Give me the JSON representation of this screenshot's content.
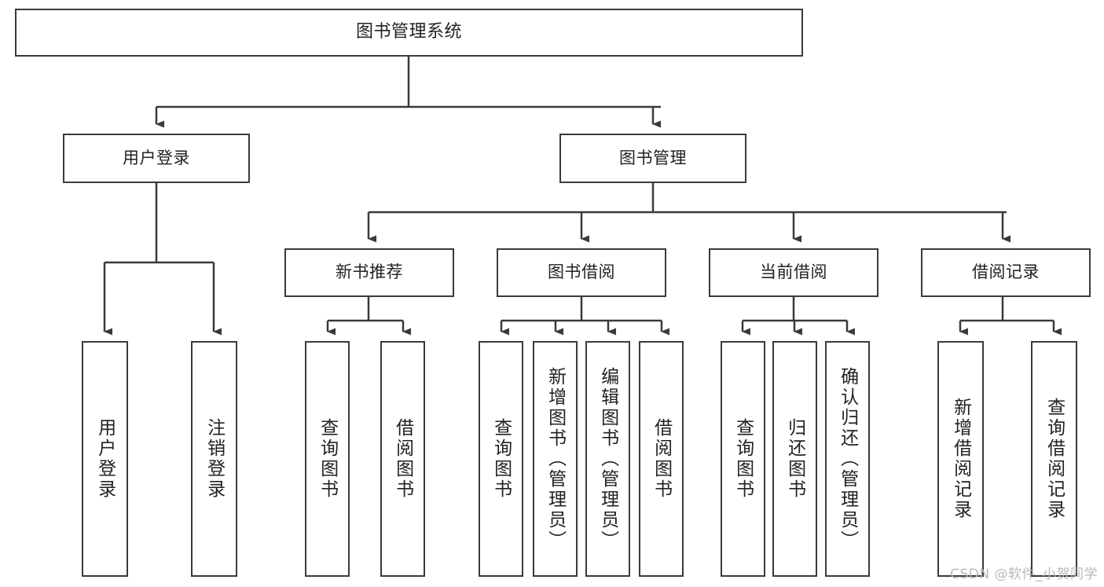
{
  "diagram": {
    "title": "图书管理系统",
    "type": "tree-hierarchy",
    "watermark": "CSDN @软件_小贺同学",
    "colors": {
      "background": "#ffffff",
      "box_border": "#3a3a3a",
      "box_fill": "#ffffff",
      "connector": "#3a3a3a",
      "text": "#222222",
      "watermark": "#b9b9b9"
    },
    "nodes": {
      "root": {
        "label": "图书管理系统"
      },
      "level2": [
        {
          "label": "用户登录"
        },
        {
          "label": "图书管理"
        }
      ],
      "level3": [
        {
          "label": "新书推荐"
        },
        {
          "label": "图书借阅"
        },
        {
          "label": "当前借阅"
        },
        {
          "label": "借阅记录"
        }
      ],
      "leaves": {
        "user_login": [
          {
            "label": "用户登录"
          },
          {
            "label": "注销登录"
          }
        ],
        "new_book_recommend": [
          {
            "label": "查询图书"
          },
          {
            "label": "借阅图书"
          }
        ],
        "book_borrow": [
          {
            "label": "查询图书"
          },
          {
            "label": "新增图书（管理员）"
          },
          {
            "label": "编辑图书（管理员）"
          },
          {
            "label": "借阅图书"
          }
        ],
        "current_borrow": [
          {
            "label": "查询图书"
          },
          {
            "label": "归还图书"
          },
          {
            "label": "确认归还（管理员）"
          }
        ],
        "borrow_record": [
          {
            "label": "新增借阅记录"
          },
          {
            "label": "查询借阅记录"
          }
        ]
      }
    }
  }
}
